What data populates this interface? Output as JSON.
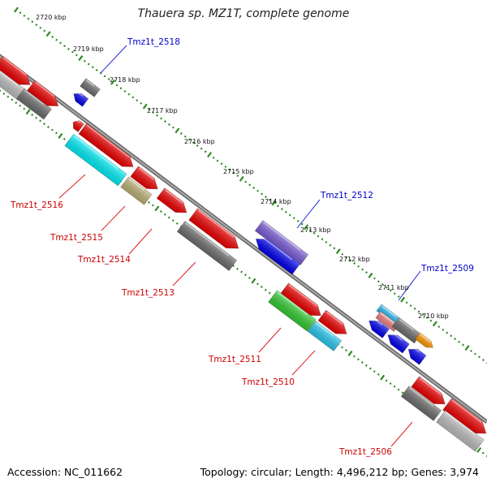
{
  "title": "Thauera sp. MZ1T, complete genome",
  "footer": {
    "accession": "Accession: NC_011662",
    "summary": "Topology: circular; Length: 4,496,212 bp; Genes: 3,974"
  },
  "scale_labels": [
    "2720 kbp",
    "2719 kbp",
    "2718 kbp",
    "2717 kbp",
    "2716 kbp",
    "2715 kbp",
    "2714 kbp",
    "2713 kbp",
    "2712 kbp",
    "2711 kbp",
    "2710 kbp"
  ],
  "gene_labels": {
    "forward": [
      "Tmz1t_2518",
      "Tmz1t_2512",
      "Tmz1t_2509"
    ],
    "reverse": [
      "Tmz1t_2516",
      "Tmz1t_2515",
      "Tmz1t_2514",
      "Tmz1t_2513",
      "Tmz1t_2511",
      "Tmz1t_2510",
      "Tmz1t_2506"
    ]
  },
  "colors": {
    "forward_label": "#0000cc",
    "reverse_label": "#cc0000",
    "backbone": "#707070",
    "tick_green": "#2e8b20"
  },
  "features": [
    {
      "name": "Tmz1t_2518",
      "color": "#707070"
    },
    {
      "name": "Tmz1t_2512",
      "color": "#7a5bd6"
    },
    {
      "name": "Tmz1t_2509",
      "color": "#29b6f0"
    },
    {
      "name": "Tmz1t_2516",
      "color": "#00e5f5"
    },
    {
      "name": "Tmz1t_2515",
      "color": "#b8b070"
    },
    {
      "name": "Tmz1t_2514",
      "color": "#ff0000"
    },
    {
      "name": "Tmz1t_2513",
      "color": "#707070"
    },
    {
      "name": "Tmz1t_2511",
      "color": "#33cc33"
    },
    {
      "name": "Tmz1t_2510",
      "color": "#29c8f0"
    },
    {
      "name": "Tmz1t_2506",
      "color": "#bcbcbc"
    }
  ]
}
